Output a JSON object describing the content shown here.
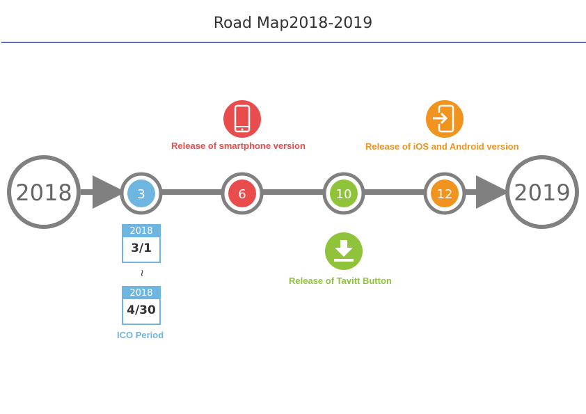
{
  "title": "Road Map2018-2019",
  "colors": {
    "ring": "#808080",
    "blue": "#6eb6df",
    "red": "#e84c4c",
    "green": "#8fc43a",
    "orange": "#f0931f",
    "rule": "#5b6fb8"
  },
  "start_label": "2018",
  "end_label": "2019",
  "milestones": [
    {
      "label": "3",
      "color": "blue"
    },
    {
      "label": "6",
      "color": "red"
    },
    {
      "label": "10",
      "color": "green"
    },
    {
      "label": "12",
      "color": "orange"
    }
  ],
  "events": {
    "smartphone": {
      "text": "Release of smartphone version",
      "icon": "smartphone-icon",
      "color": "red"
    },
    "ios_android": {
      "text": "Release of iOS and Android version",
      "icon": "app-login-icon",
      "color": "orange"
    },
    "tavitt": {
      "text": "Release of Tavitt Button",
      "icon": "download-icon",
      "color": "green"
    }
  },
  "ico": {
    "start": {
      "year": "2018",
      "date": "3/1"
    },
    "separator": "~",
    "end": {
      "year": "2018",
      "date": "4/30"
    },
    "label": "ICO Period"
  }
}
